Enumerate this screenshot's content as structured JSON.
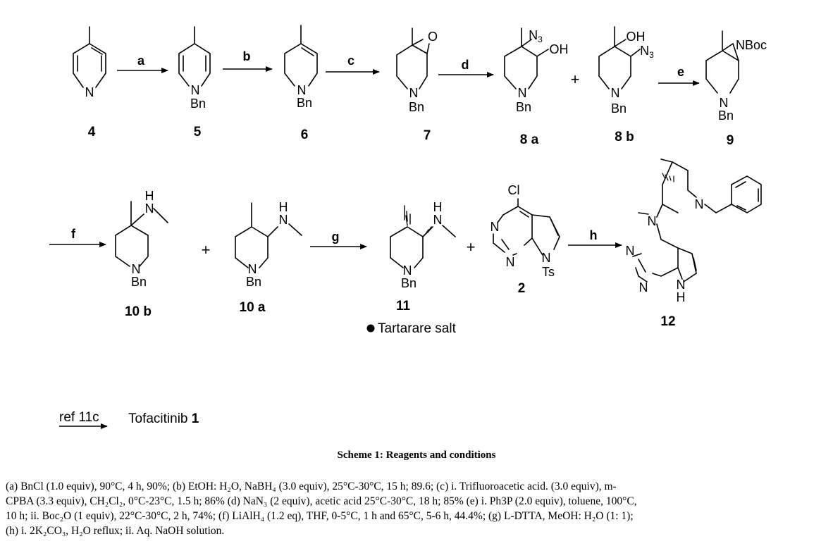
{
  "compounds": {
    "c4": "4",
    "c5": "5",
    "c6": "6",
    "c7": "7",
    "c8a": "8 a",
    "c8b": "8 b",
    "c9": "9",
    "c10b": "10 b",
    "c10a": "10 a",
    "c11": "11",
    "c2": "2",
    "c12": "12"
  },
  "reagents": {
    "a": "a",
    "b": "b",
    "c": "c",
    "d": "d",
    "e": "e",
    "f": "f",
    "g": "g",
    "h": "h"
  },
  "atoms": {
    "N": "N",
    "Bn": "Bn",
    "O": "O",
    "OH": "OH",
    "N3": "N",
    "N3_sub": "3",
    "NBoc": "NBoc",
    "Cl": "Cl",
    "Ts": "Ts",
    "H": "H",
    "plus": "+"
  },
  "salt_note": "Tartarare salt",
  "ref_label": "ref 11c",
  "product": {
    "name": "Tofacitinib",
    "number": "1"
  },
  "caption": "Scheme 1: Reagents and conditions",
  "conditions_lines": [
    "(a) BnCl (1.0 equiv), 90°C, 4 h, 90%; (b) EtOH: H₂O, NaBH₄ (3.0 equiv), 25°C-30°C, 15 h; 89.6; (c) i. Trifluoroacetic acid. (3.0 equiv), m-",
    "CPBA (3.3 equiv), CH₂Cl₂, 0°C-23°C, 1.5 h; 86% (d) NaN₃ (2 equiv), acetic acid 25°C-30°C, 18 h; 85% (e) i. Ph3P (2.0 equiv), toluene, 100°C,",
    "10 h; ii. Boc₂O (1 equiv), 22°C-30°C, 2 h, 74%; (f) LiAlH₄ (1.2 eq), THF, 0-5°C, 1 h and 65°C, 5-6 h, 44.4%; (g) L-DTTA, MeOH: H₂O (1: 1);",
    "(h) i. 2K₂CO₃, H₂O reflux; ii. Aq. NaOH solution."
  ]
}
